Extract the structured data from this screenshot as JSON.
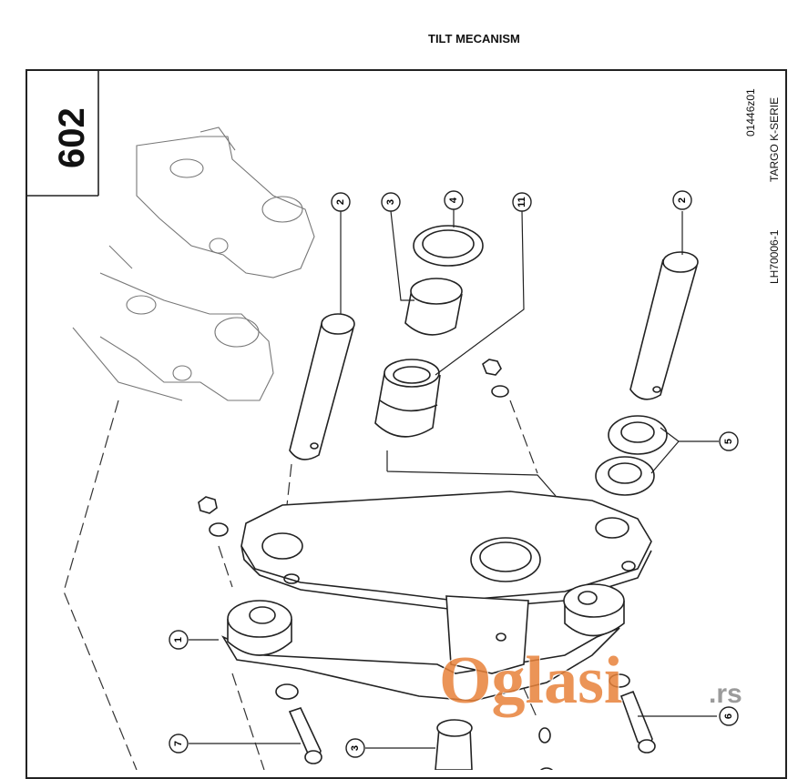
{
  "header": {
    "title": "TILT MECANISM"
  },
  "page_number": "602",
  "side_codes": {
    "code1": "01446z01",
    "code2": "TARGO K-SERIE",
    "code3": "LH70006-1"
  },
  "callouts": [
    "2",
    "3",
    "4",
    "11",
    "2",
    "5",
    "1",
    "7",
    "3",
    "6"
  ],
  "watermark": {
    "brand": "Oglasi",
    "domain": ".rs",
    "color": "#e8823a"
  }
}
